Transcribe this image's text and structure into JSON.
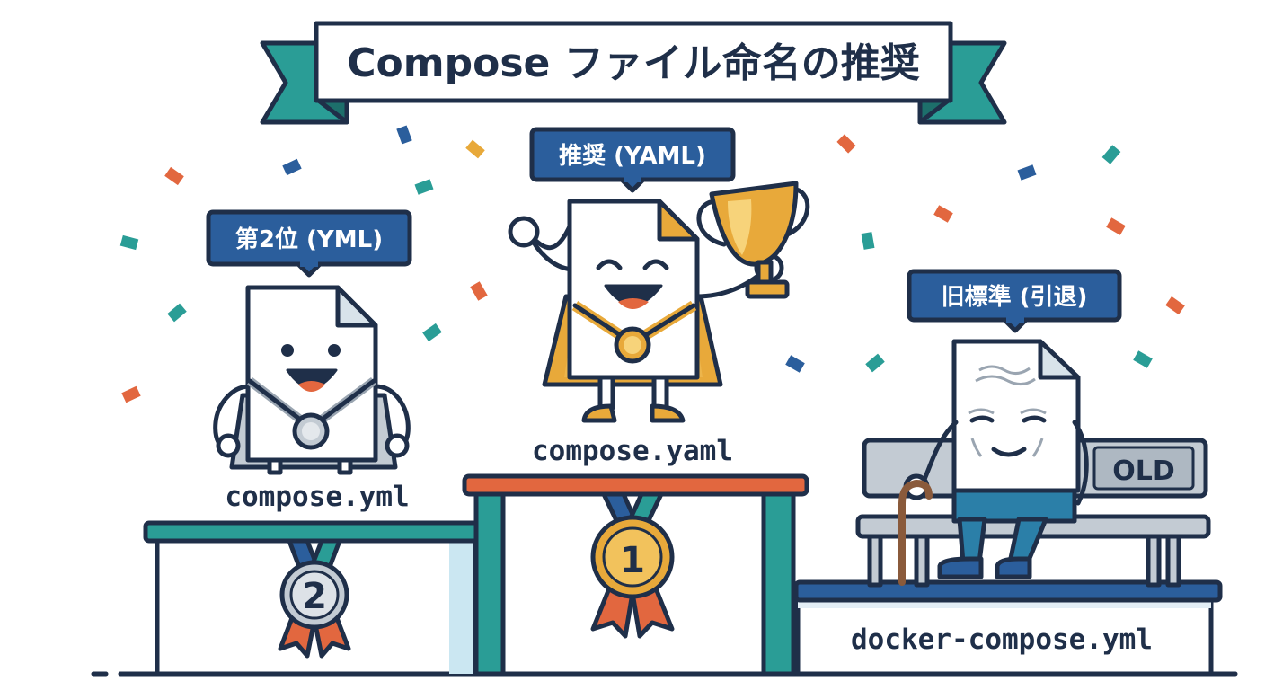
{
  "title": "Compose ファイル命名の推奨",
  "colors": {
    "navy": "#1f2f49",
    "teal": "#2a9d96",
    "blue_tag": "#2b5e9c",
    "gold": "#e8a93a",
    "silver": "#c3cbd3",
    "orange": "#e2673f"
  },
  "podium": {
    "first": {
      "tag": "推奨 (YAML)",
      "filename": "compose.yaml",
      "medal": "1",
      "character": "happy-file-with-trophy-and-cape"
    },
    "second": {
      "tag": "第2位 (YML)",
      "filename": "compose.yml",
      "medal": "2",
      "character": "smiling-file-with-silver-medal"
    },
    "old": {
      "tag": "旧標準 (引退)",
      "filename": "docker-compose.yml",
      "bench_label": "OLD",
      "character": "elderly-file-with-cane-on-bench"
    }
  }
}
